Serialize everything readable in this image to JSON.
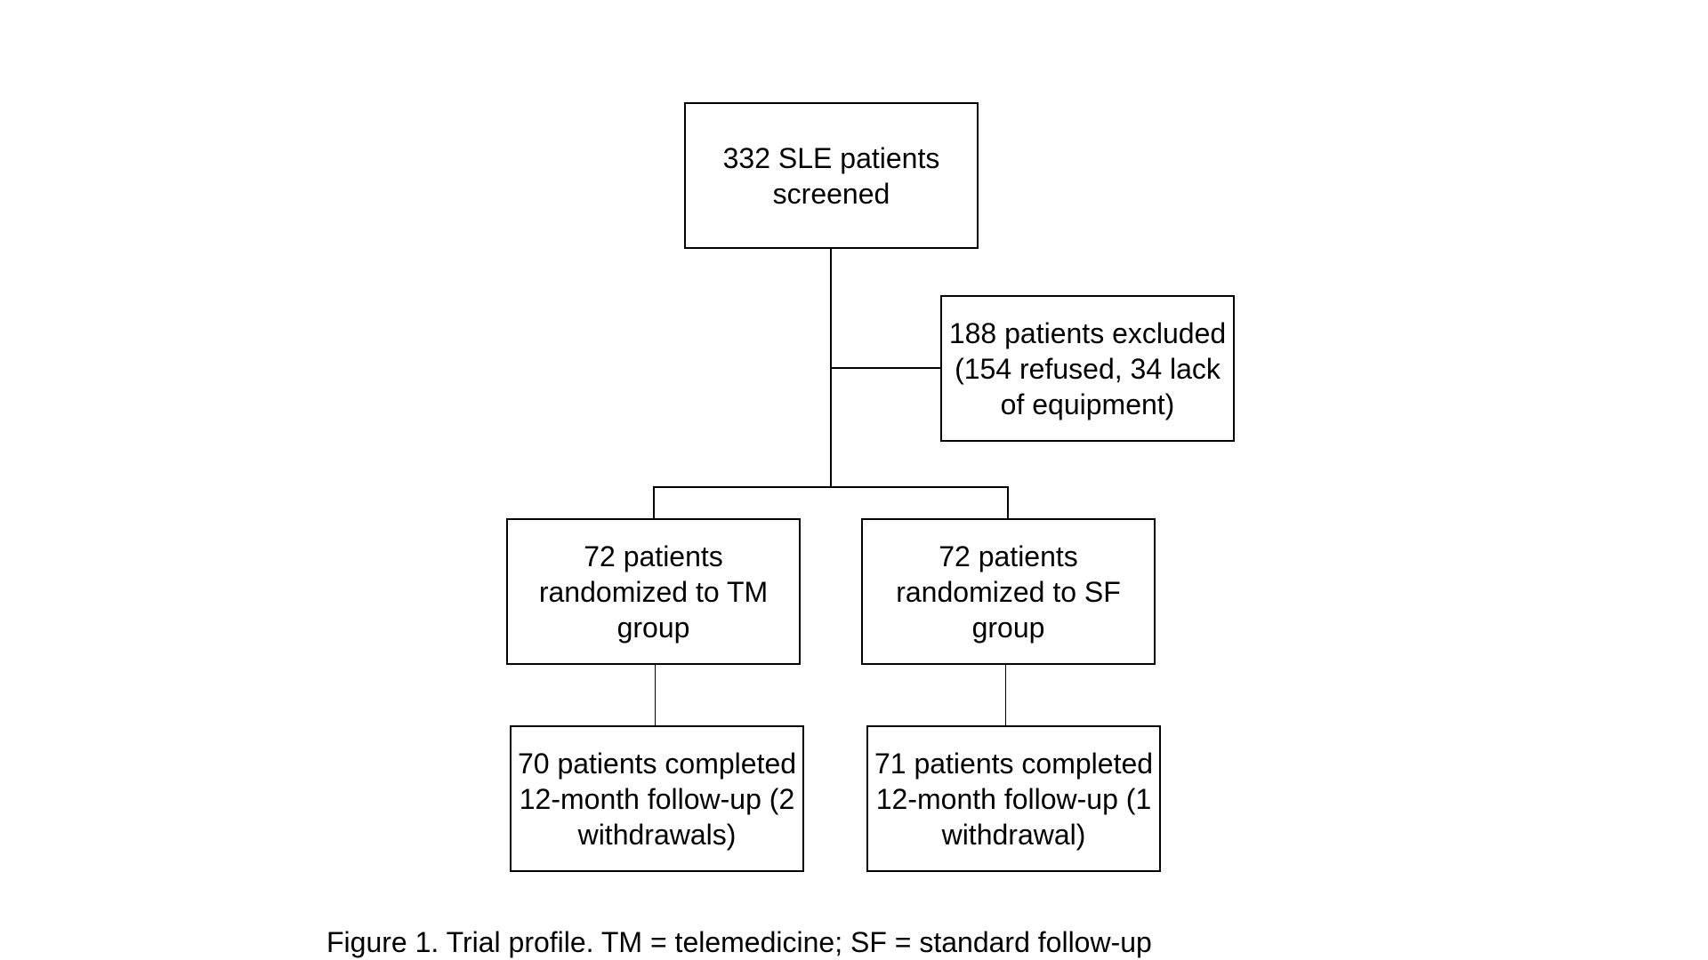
{
  "flowchart": {
    "screened": "332 SLE patients screened",
    "excluded": "188 patients excluded (154 refused, 34 lack of equipment)",
    "randomized_tm": "72 patients randomized to TM group",
    "randomized_sf": "72 patients randomized to SF group",
    "completed_tm": "70 patients completed 12-month follow-up (2 withdrawals)",
    "completed_sf": "71 patients completed 12-month follow-up (1 withdrawal)"
  },
  "caption": "Figure 1. Trial profile. TM = telemedicine; SF = standard follow-up"
}
